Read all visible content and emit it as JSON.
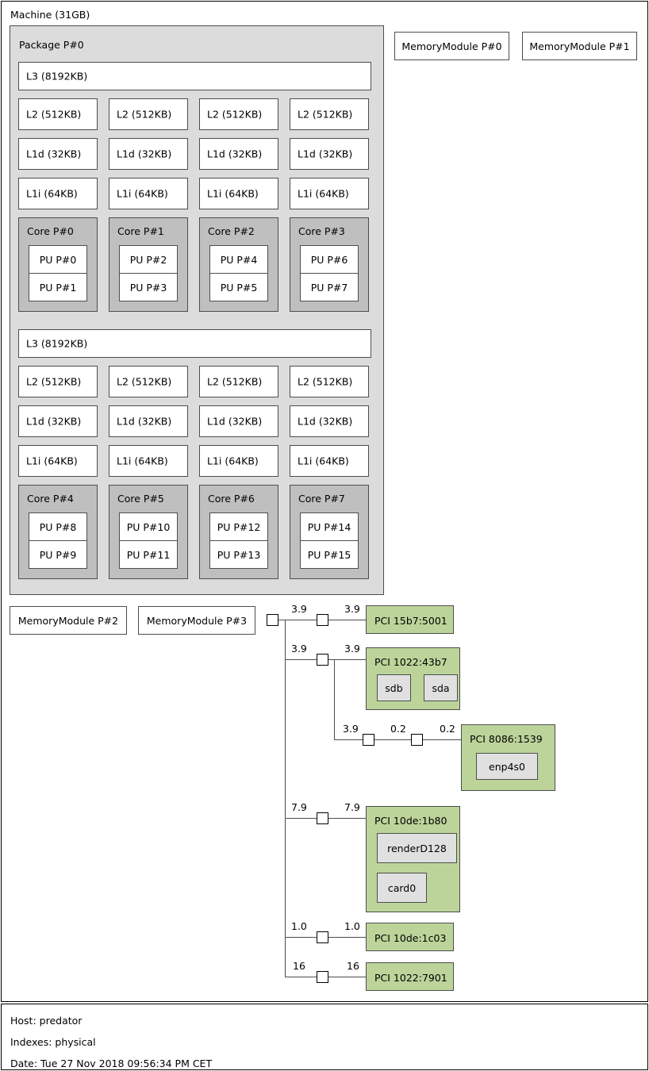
{
  "machine": {
    "title": "Machine (31GB)"
  },
  "package": {
    "title": "Package P#0"
  },
  "groups": [
    {
      "l3": "L3 (8192KB)",
      "l2": [
        "L2 (512KB)",
        "L2 (512KB)",
        "L2 (512KB)",
        "L2 (512KB)"
      ],
      "l1d": [
        "L1d (32KB)",
        "L1d (32KB)",
        "L1d (32KB)",
        "L1d (32KB)"
      ],
      "l1i": [
        "L1i (64KB)",
        "L1i (64KB)",
        "L1i (64KB)",
        "L1i (64KB)"
      ],
      "cores": [
        {
          "title": "Core P#0",
          "pus": [
            "PU P#0",
            "PU P#1"
          ]
        },
        {
          "title": "Core P#1",
          "pus": [
            "PU P#2",
            "PU P#3"
          ]
        },
        {
          "title": "Core P#2",
          "pus": [
            "PU P#4",
            "PU P#5"
          ]
        },
        {
          "title": "Core P#3",
          "pus": [
            "PU P#6",
            "PU P#7"
          ]
        }
      ]
    },
    {
      "l3": "L3 (8192KB)",
      "l2": [
        "L2 (512KB)",
        "L2 (512KB)",
        "L2 (512KB)",
        "L2 (512KB)"
      ],
      "l1d": [
        "L1d (32KB)",
        "L1d (32KB)",
        "L1d (32KB)",
        "L1d (32KB)"
      ],
      "l1i": [
        "L1i (64KB)",
        "L1i (64KB)",
        "L1i (64KB)",
        "L1i (64KB)"
      ],
      "cores": [
        {
          "title": "Core P#4",
          "pus": [
            "PU P#8",
            "PU P#9"
          ]
        },
        {
          "title": "Core P#5",
          "pus": [
            "PU P#10",
            "PU P#11"
          ]
        },
        {
          "title": "Core P#6",
          "pus": [
            "PU P#12",
            "PU P#13"
          ]
        },
        {
          "title": "Core P#7",
          "pus": [
            "PU P#14",
            "PU P#15"
          ]
        }
      ]
    }
  ],
  "memory_modules": [
    "MemoryModule P#0",
    "MemoryModule P#1",
    "MemoryModule P#2",
    "MemoryModule P#3"
  ],
  "io": {
    "links": [
      {
        "left_bw": "3.9",
        "right_bw": "3.9"
      },
      {
        "left_bw": "3.9",
        "right_bw": "3.9"
      },
      {
        "left_bw": "3.9",
        "mid_bw": "0.2",
        "right_bw": "0.2"
      },
      {
        "left_bw": "7.9",
        "right_bw": "7.9"
      },
      {
        "left_bw": "1.0",
        "right_bw": "1.0"
      },
      {
        "left_bw": "16",
        "right_bw": "16"
      }
    ],
    "devices": [
      {
        "title": "PCI 15b7:5001",
        "children": []
      },
      {
        "title": "PCI 1022:43b7",
        "children": [
          "sdb",
          "sda"
        ]
      },
      {
        "title": "PCI 8086:1539",
        "children": [
          "enp4s0"
        ]
      },
      {
        "title": "PCI 10de:1b80",
        "children": [
          "renderD128",
          "card0"
        ]
      },
      {
        "title": "PCI 10de:1c03",
        "children": []
      },
      {
        "title": "PCI 1022:7901",
        "children": []
      }
    ]
  },
  "legend": {
    "host": "Host: predator",
    "indexes": "Indexes: physical",
    "date": "Date: Tue 27 Nov 2018 09:56:34 PM CET"
  },
  "colors": {
    "pci_green": "#bcd49a",
    "package_grey": "#dcdcdc",
    "core_grey": "#bfbfbf",
    "osdev_grey": "#e0e0e0",
    "border_dark": "#4d4d4d"
  }
}
